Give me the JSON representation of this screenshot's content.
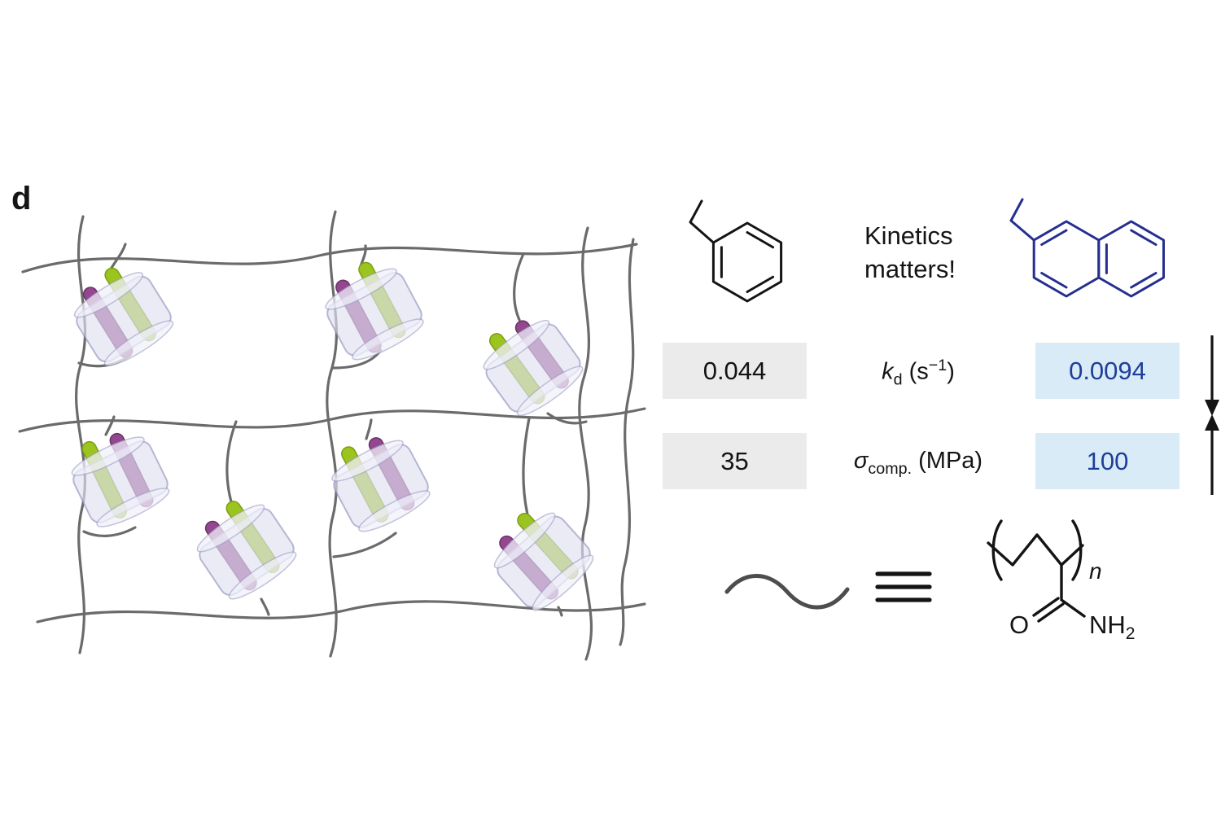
{
  "panel": {
    "label": "d"
  },
  "comparison": {
    "heading": "Kinetics matters!",
    "rows": [
      {
        "symbol": "k",
        "symbol_sub": "d",
        "unit_prefix": " (s",
        "unit_sup": "−1",
        "unit_suffix": ")",
        "left_value": "0.044",
        "right_value": "0.0094",
        "trend": "down"
      },
      {
        "symbol": "σ",
        "symbol_sub": "comp.",
        "unit_prefix": " (MPa)",
        "unit_sup": "",
        "unit_suffix": "",
        "left_value": "35",
        "right_value": "100",
        "trend": "up"
      }
    ]
  },
  "legend": {
    "oxygen": "O",
    "amide": "NH",
    "amide_sub": "2",
    "repeat_sub": "n"
  },
  "symbols": {
    "equivalence": "≡",
    "decrease_arrow": "↓",
    "increase_arrow": "↑",
    "polymer_chain": "~"
  },
  "colors": {
    "structure_blue": "#252f8e",
    "value_blue": "#1d3f9a",
    "guest_purple": "#93478e",
    "guest_green": "#9cc41e",
    "box_gray": "#ebebeb",
    "box_blue": "#d9ebf7",
    "strand_gray": "#6b6b6b"
  }
}
